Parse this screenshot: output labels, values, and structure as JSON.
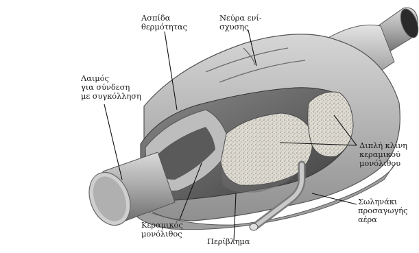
{
  "labels": {
    "heat_shield": "Ασπίδα\nθερμότητας",
    "stiffening_ribs": "Νεύρα ενί-\nσχυσης",
    "weld_neck": "Λαιμός\nγια σύνδεση\nμε συγκόλληση",
    "double_bed": "Διπλή κλίνη\nκεραμικού\nμονόλιθου",
    "air_tube": "Σωληνάκι\nπροσαγωγής\nαέρα",
    "ceramic_monolith": "Κεραμικός\nμονόλιθος",
    "shell": "Περίβλημα"
  },
  "colors": {
    "metal_light": "#cfcfcf",
    "metal_mid": "#9c9c9c",
    "metal_dark": "#4a4a4a",
    "ceramic": "#dcdcd6",
    "leader": "#111111"
  }
}
